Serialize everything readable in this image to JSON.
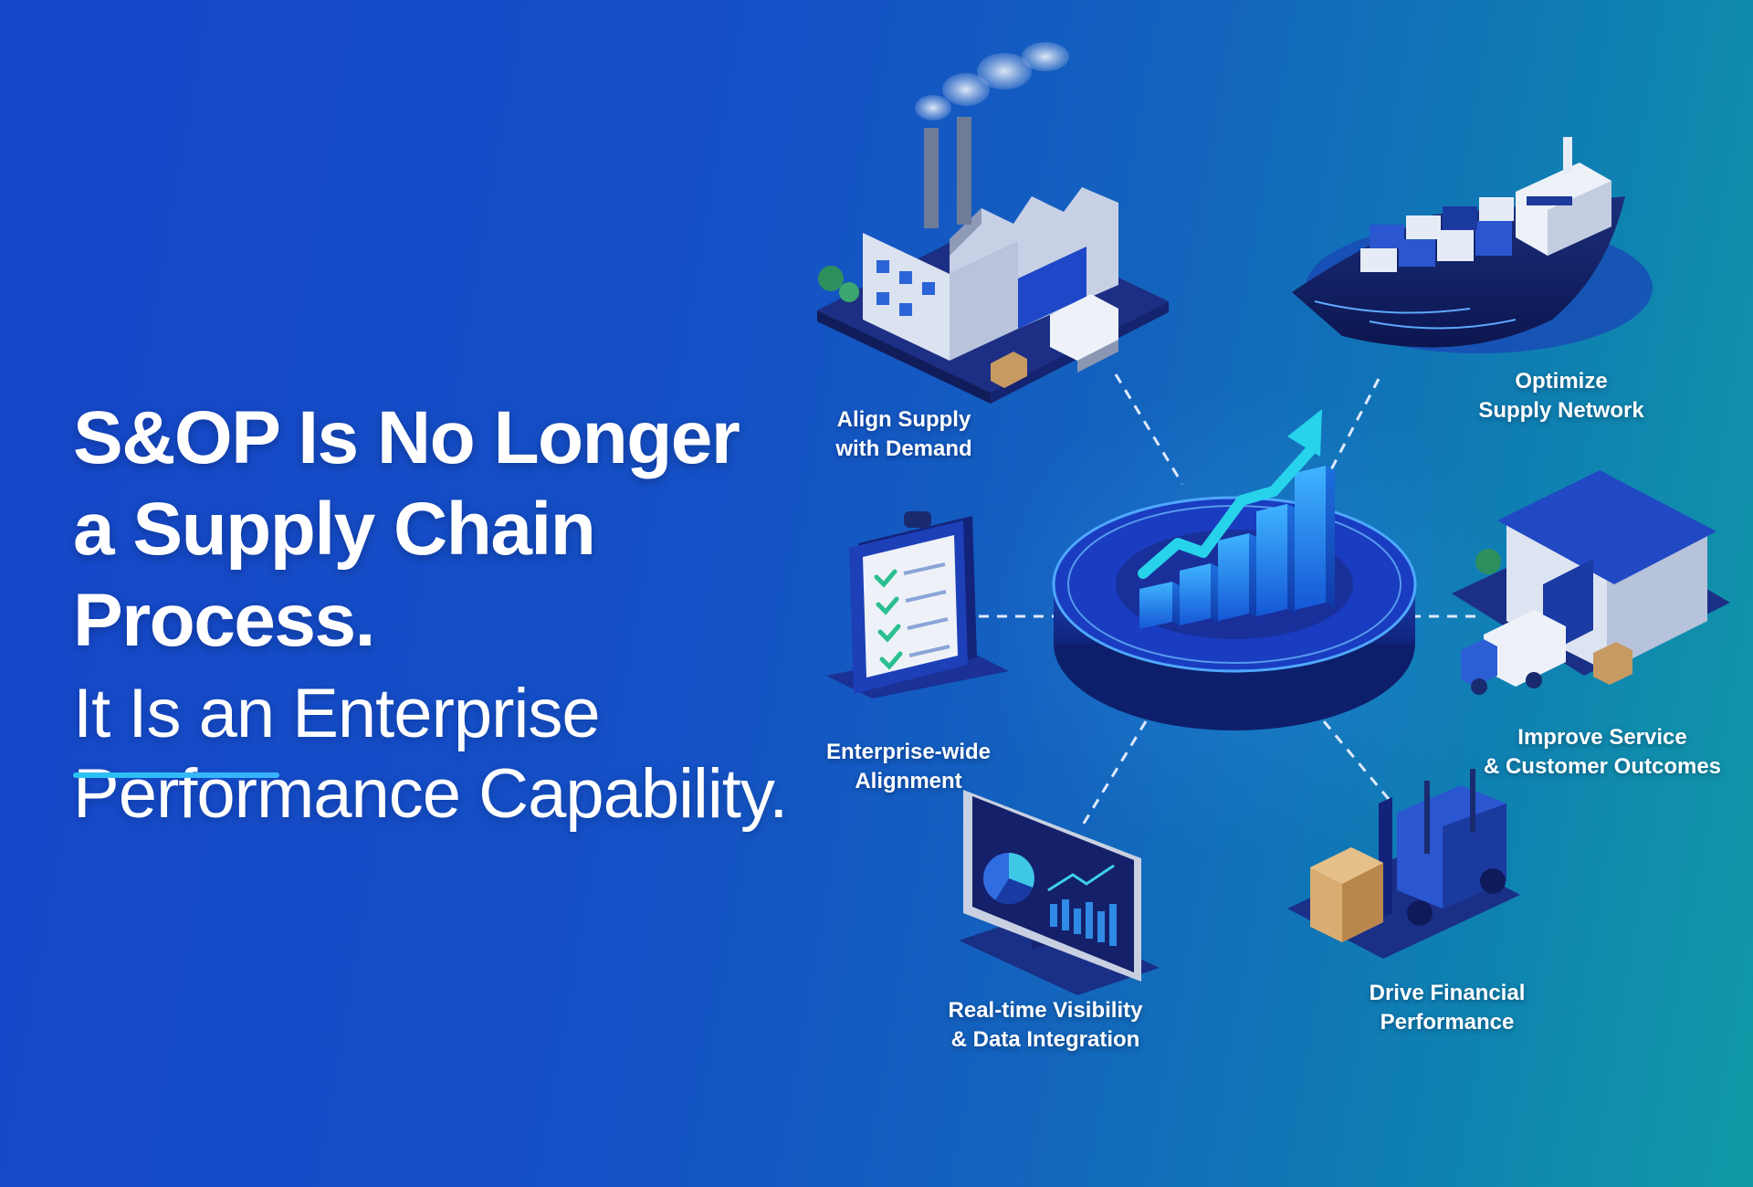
{
  "headline": {
    "line1": "S&OP Is No Longer",
    "line2": "a Supply Chain Process.",
    "line3": "It Is an Enterprise",
    "line4": "Performance Capability."
  },
  "nodes": [
    {
      "id": "align-supply",
      "line1": "Align Supply",
      "line2": "with Demand",
      "icon": "factory-icon"
    },
    {
      "id": "optimize-supply-network",
      "line1": "Optimize",
      "line2": "Supply Network",
      "icon": "cargo-ship-icon"
    },
    {
      "id": "enterprise-alignment",
      "line1": "Enterprise-wide",
      "line2": "Alignment",
      "icon": "clipboard-checklist-icon"
    },
    {
      "id": "improve-service",
      "line1": "Improve Service",
      "line2": "& Customer Outcomes",
      "icon": "warehouse-truck-icon"
    },
    {
      "id": "real-time-visibility",
      "line1": "Real-time Visibility",
      "line2": "& Data Integration",
      "icon": "dashboard-monitor-icon"
    },
    {
      "id": "drive-financial",
      "line1": "Drive Financial",
      "line2": "Performance",
      "icon": "forklift-icon"
    }
  ],
  "hub": {
    "icon": "growth-bar-chart-icon"
  },
  "colors": {
    "accent": "#2fc6f0",
    "bg_start": "#1546c8",
    "bg_end": "#109aa6",
    "navy": "#1a2a6e",
    "trend": "#27d3ea"
  }
}
